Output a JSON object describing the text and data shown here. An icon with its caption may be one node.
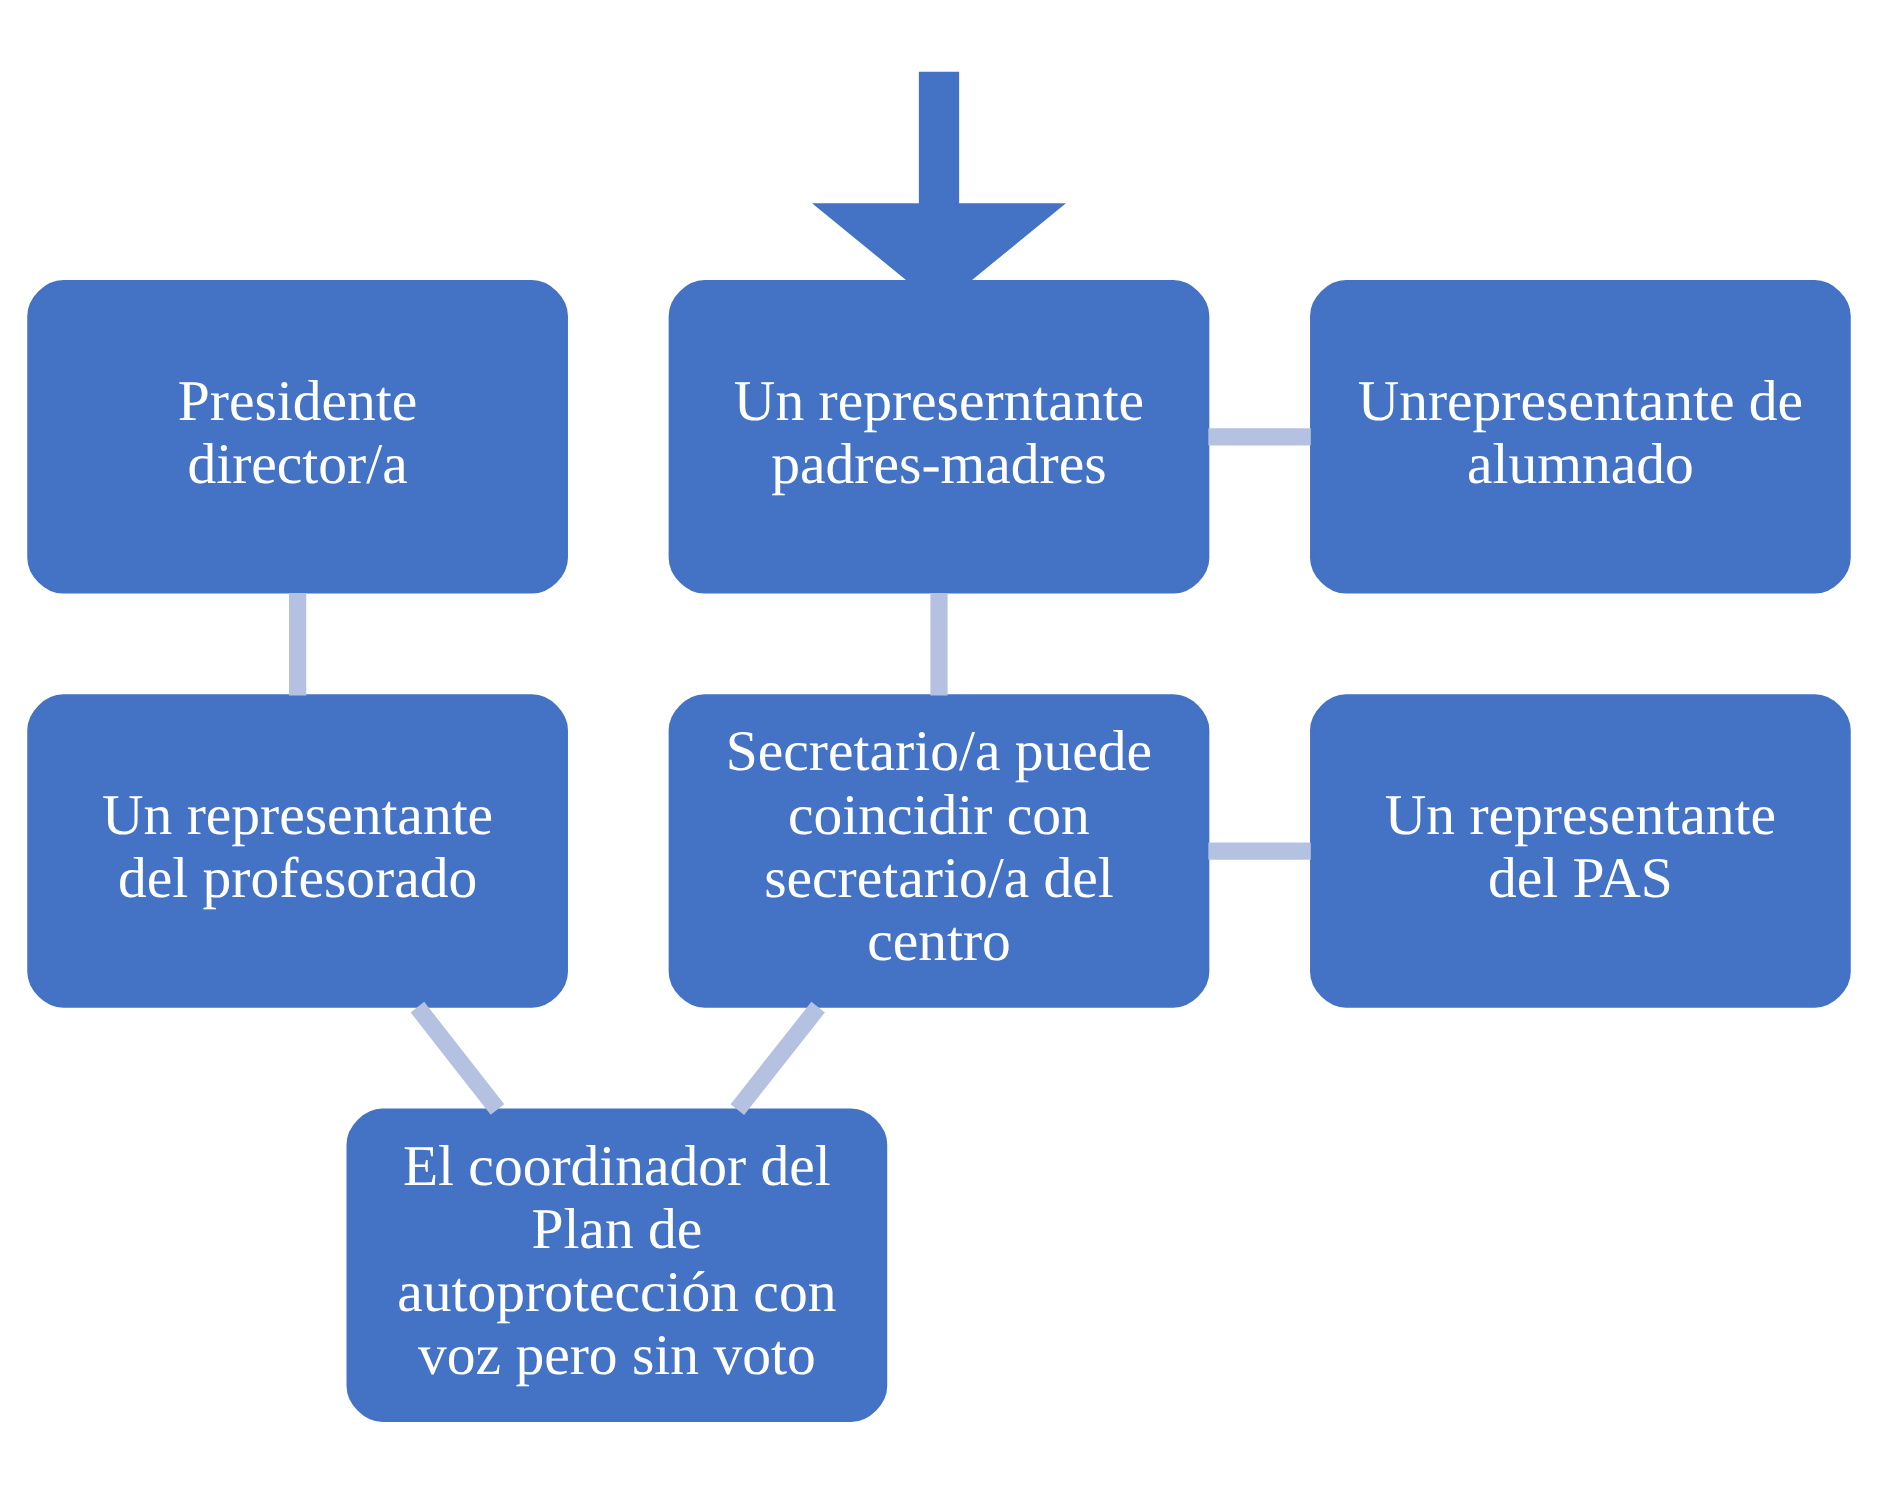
{
  "diagram": {
    "nodes": [
      {
        "text": [
          "Presidente director/a"
        ]
      },
      {
        "text": [
          "Un represerntante padres-madres"
        ]
      },
      {
        "text": [
          "Unrepresentante de alumnado"
        ]
      },
      {
        "text": [
          "Un representante del profesorado"
        ]
      },
      {
        "text": [
          "Secretario/a puede coincidir con secretario/a del centro"
        ]
      },
      {
        "text": [
          "Un representante del PAS"
        ]
      },
      {
        "text": [
          "El coordinador del Plan de autoprotección con voz pero sin voto"
        ]
      }
    ],
    "edges": [
      {
        "from": null,
        "to": 1,
        "arrow": "to",
        "style": "thick",
        "color": "#4472c4"
      },
      {
        "from": 0,
        "to": 3,
        "arrow": "none"
      },
      {
        "from": 1,
        "to": 2,
        "arrow": "none"
      },
      {
        "from": 1,
        "to": 4,
        "arrow": "none"
      },
      {
        "from": 3,
        "to": 6,
        "arrow": "none"
      },
      {
        "from": 4,
        "to": 5,
        "arrow": "none"
      },
      {
        "from": 4,
        "to": 6,
        "arrow": "none"
      }
    ]
  }
}
